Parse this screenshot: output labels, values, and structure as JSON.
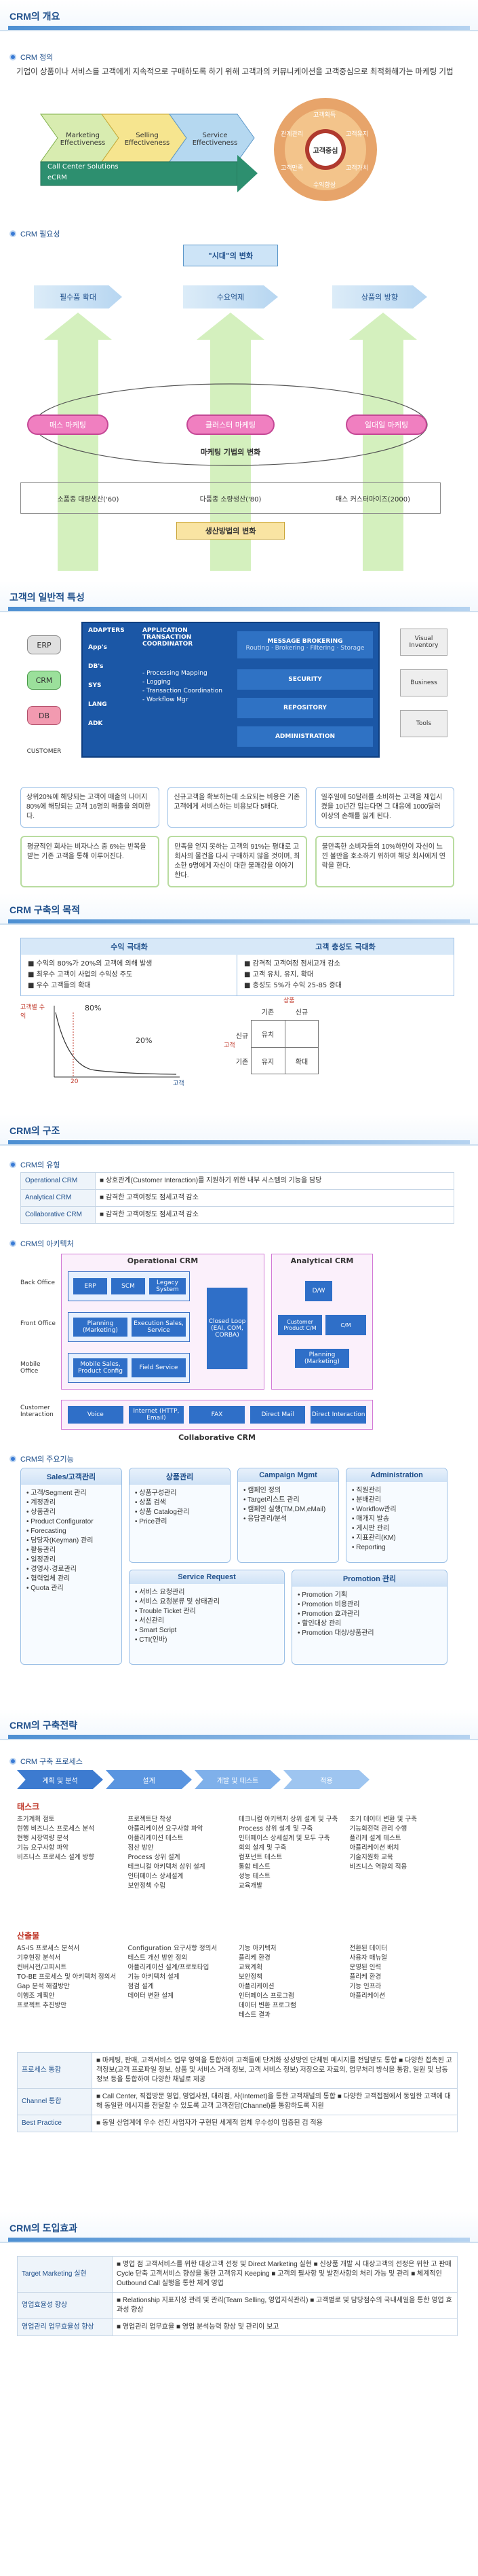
{
  "sections": {
    "overview": "CRM의 개요",
    "features": "고객의 일반적 특성",
    "purpose": "CRM 구축의 목적",
    "structure": "CRM의 구조",
    "strategy": "CRM의 구축전략",
    "effects": "CRM의 도입효과"
  },
  "overview": {
    "def_title": "CRM 정의",
    "def_text": "기업이 상품이나 서비스를 고객에게 지속적으로 구매하도록 하기 위해 고객과의 커뮤니케이션을 고객중심으로 최적화해가는 마케팅 기법",
    "chevrons": [
      "Marketing Effectiveness",
      "Selling Effectiveness",
      "Service Effectiveness"
    ],
    "chevron_bottom": [
      "Call Center Solutions",
      "eCRM"
    ],
    "circle_center": "고객중심",
    "circle_items": [
      "고객획득",
      "고객유지",
      "고객가치",
      "수익향상",
      "고객만족",
      "관계관리"
    ],
    "need_title": "CRM 필요성",
    "era_label": "\"시대\"의 변화",
    "tops": [
      "필수품 확대",
      "수요억제",
      "상품의 방향"
    ],
    "ovals": [
      "매스 마케팅",
      "클러스터 마케팅",
      "일대일 마케팅"
    ],
    "flow_label": "마케팅 기법의 변화",
    "bottoms": [
      "소품종 대량생산('60)",
      "다품종 소량생산('80)",
      "매스 커스터마이즈(2000)"
    ],
    "prod_label": "생산방법의 변화"
  },
  "features": {
    "left_nodes": [
      "ERP",
      "CRM",
      "DB",
      "CUSTOMER"
    ],
    "adapters_title": "ADAPTERS",
    "adapters": [
      "App's",
      "DB's",
      "SYS",
      "LANG",
      "ADK"
    ],
    "coord_title": "APPLICATION TRANSACTION COORDINATOR",
    "coord_items": [
      "- Processing Mapping",
      "- Logging",
      "- Transaction Coordination",
      "- Workflow Mgr"
    ],
    "broker_title": "MESSAGE BROKERING",
    "broker_sub": "Routing · Brokering · Filtering · Storage",
    "security": "SECURITY",
    "repository": "REPOSITORY",
    "admin": "ADMINISTRATION",
    "right_nodes": [
      "Visual Inventory",
      "Business",
      "Tools"
    ],
    "cards": [
      "상위20%에 해당되는 고객이 매출의 나머지 80%에 해당되는 고객 16명의 매출을 의미한다.",
      "신규고객을 확보하는데 소요되는 비용은 기존 고객에게 서비스하는 비용보다 5배다.",
      "일주일에 50달러를 소비하는 고객을 재입시켰을 10년간 입는다면 그 대응에 1000달러 이상의 손해를 잃게 된다.",
      "평균적인 회사는 비자나스 중 6%는 반복을 받는 기존 고객을 통해 이루어진다.",
      "만족을 얻지 못하는 고객의 91%는 평대로 고 회사의 물건을 다시 구매하지 않을 것이며, 최소한 9명에게 자신이 대한 불쾌감을 이야기 한다.",
      "불만족한 소비자들의 10%하만이 자신이 느낀 불만을 호소하기 위하여 해당 회사에게 연락을 한다."
    ]
  },
  "purpose": {
    "headers": [
      "수익 극대화",
      "고객 충성도 극대화"
    ],
    "left_items": [
      "수익의 80%가 20%의 고객에 의해 발생",
      "최우수 고객이 사업의 수익성 주도",
      "우수 고객들의 확대"
    ],
    "right_items": [
      "감격적 고객여정 점세고개 감소",
      "고객 유치, 유지, 확대",
      "충성도 5%가 수익 25-85 증대"
    ],
    "graph_ylabel": "고객별 수익",
    "graph_p1": "80%",
    "graph_p2": "20%",
    "graph_x1": "20",
    "graph_x2": "고객",
    "matrix_top": "상품",
    "matrix_cols": [
      "기존",
      "신규"
    ],
    "matrix_side": "고객",
    "matrix_rows": [
      "신규",
      "기존"
    ],
    "matrix_cells": [
      "유치",
      "",
      "유지",
      "확대"
    ]
  },
  "structure": {
    "type_title": "CRM의 유형",
    "types": [
      {
        "name": "Operational CRM",
        "desc": "■ 상호관계(Customer Interaction)를 지원하기 위한 내부 시스템의 기능을 담당"
      },
      {
        "name": "Analytical CRM",
        "desc": "■ 감격한 고객여정도 점세고객 감소"
      },
      {
        "name": "Collaborative CRM",
        "desc": "■ 감격한 고객여정도 점세고객 감소"
      }
    ],
    "arch_title": "CRM의 아키텍처",
    "op_title": "Operational CRM",
    "an_title": "Analytical CRM",
    "rows": [
      "Back Office",
      "Front Office",
      "Mobile Office"
    ],
    "back_boxes": [
      "ERP",
      "SCM",
      "Legacy System"
    ],
    "front_boxes": [
      "Planning (Marketing)",
      "Execution Sales, Service"
    ],
    "mobile_boxes": [
      "Mobile Sales, Product Config",
      "Field Service"
    ],
    "closed_loop": "Closed Loop (EAI, COM, CORBA)",
    "dw": "D/W",
    "an_boxes": [
      "Customer Product C/M",
      "C/M"
    ],
    "an_planning": "Planning (Marketing)",
    "ci_label": "Customer Interaction",
    "ci_boxes": [
      "Voice",
      "Internet (HTTP, Email)",
      "FAX",
      "Direct Mail",
      "Direct Interaction"
    ],
    "collab_title": "Collaborative CRM",
    "modules_title": "CRM의 주요기능",
    "modules": [
      {
        "title": "Sales/고객관리",
        "items": [
          "고객/Segment 관리",
          "계정관리",
          "상품관리",
          "Product Configurator",
          "Forecasting",
          "담당자(Keyman) 관리",
          "활동관리",
          "일정관리",
          "경영사·경로관리",
          "협력업체 관리",
          "Quota 관리"
        ]
      },
      {
        "title": "상품관리",
        "items": [
          "상품구성관리",
          "상품 검색",
          "상품 Catalog관리",
          "Price관리"
        ]
      },
      {
        "title": "Campaign Mgmt",
        "items": [
          "캠페인 정의",
          "Target리스트 관리",
          "캠페인 실행(TM,DM,eMail)",
          "응답관리/분석"
        ]
      },
      {
        "title": "Administration",
        "items": [
          "직원관리",
          "분배관리",
          "Workflow관리",
          "매개지 발송",
          "게시판 관리",
          "지표관리(KM)",
          "Reporting"
        ]
      },
      {
        "title": "Service Request",
        "items": [
          "서비스 요청관리",
          "서비스 요청분류 및 상태관리",
          "Trouble Ticket 관리",
          "서신관리",
          "Smart Script",
          "CTI(인바)"
        ]
      },
      {
        "title": "Promotion 관리",
        "items": [
          "Promotion 기획",
          "Promotion 비용관리",
          "Promotion 효과관리",
          "할인대상 관리",
          "Promotion 대상/상품관리"
        ]
      }
    ]
  },
  "strategy": {
    "process_title": "CRM 구축 프로세스",
    "steps": [
      "계획 및 분석",
      "설계",
      "개발 및 테스트",
      "적용"
    ],
    "phase1": "태스크",
    "phase1_cols": [
      [
        "초기계획 점토",
        "현행 비즈니스 프로세스 분석",
        "현행 시장역량 분석",
        "기능 요구사항 파악",
        "비즈니스 프로세스 설계 방향"
      ],
      [
        "프로젝트단 착성",
        "아플리케이션 요구사항 파악",
        "아플리케이션 테스트",
        "점산 방안",
        "Process 상위 설계",
        "테크니컬 아키텍처 상위 설계",
        "인터페이스 상세설계",
        "보안정책 수립"
      ],
      [
        "테크니컬 아키텍처 상위 설계 및 구축",
        "Process 상위 설계 및 구축",
        "인터페이스 상세설계 및 모두 구축",
        "회의 설계 및 구축",
        "컴포넌트 테스트",
        "통합 테스트",
        "성능 테스트",
        "교육개발"
      ],
      [
        "초기 데이터 변환 및 구축",
        "기능회전력 관리 수행",
        "플리케 설계 테스트",
        "아플리케이션 배치",
        "기술지원화 교육",
        "비즈니스 역량의 적용"
      ]
    ],
    "phase2": "산출물",
    "phase2_cols": [
      [
        "AS-IS 프로세스 분석서",
        "기후현장 분석서",
        "컨버시전/고피시트",
        "TO-BE 프로세스 및 아키텍처 정의서",
        "Gap 분석 해결방안",
        "이행조 계획안",
        "프로젝트 추진방안"
      ],
      [
        "Configuration 요구사항 정의서",
        "테스트 개선 방안 정의",
        "아플리케이션 설계/프로토타입",
        "기능 아키텍처 설계",
        "점검 설계",
        "데이터 변환 설계"
      ],
      [
        "기능 아키텍처",
        "플리케 환경",
        "교육계획",
        "보안정책",
        "아플리케이션",
        "인터페이스 프로그램",
        "데이터 변환 프로그램",
        "테스트 결과"
      ],
      [
        "전환된 데이터",
        "사용자 매뉴얼",
        "운영된 인력",
        "플리케 환경",
        "기능 인프라",
        "아플리케이션"
      ]
    ],
    "rows": [
      {
        "name": "프로세스 통합",
        "desc": "■ 마케팅, 판매, 고객서비스 업무 영역을 통합하여 고객들에 단계화 성성망인 단체된 메시지를 전달받도 통합 ■ 다양한 접촉된 고객정보(고객 프로파일 정보, 상품 및 서비스 거래 정보, 고객 서비스 정보) 저장으로 자료의, 업무처리 방식을 통합, 일원 및 남동정보 등을 통합하여 다양한 채널로 제공"
      },
      {
        "name": "Channel 통합",
        "desc": "■ Call Center, 직접방문 영업, 영업사원, 대리점, 사(Internet)을 통한 고객채널의 통합 ■ 다양한 고객접점에서 동일한 고객에 대해 동일한 메시지를 전달할 수 있도록 고객 고객전담(Channel)를 통합하도록 지원"
      },
      {
        "name": "Best Practice",
        "desc": "■ 동일 산업계에 우수 선진 사업자가 구현된 세계적 업체 우수성이 입증된 검 적용"
      }
    ]
  },
  "effects": {
    "rows": [
      {
        "name": "Target Marketing 실현",
        "desc": "■ 명업 점 고객서비스를 위한 대상고객 선정 및 Direct Marketing 실현 ■ 신상품 개발 시 대상고객의 선정은 위한 고 판매 Cycle 단축 고객서비스 향상을 통한 고객유지 Keeping ■ 고객의 필사항 및 발전사항의 처리 가능 및 관리 ■ 체계적인 Outbound Call 실행을 통한 체계 영업"
      },
      {
        "name": "영업효율성 향상",
        "desc": "■ Relationship 지표지성 관리 및 관리(Team Selling, 영업지식관리) ■ 고객별로 및 담당점수의 국내세일을 통한 영업 효과성 향상"
      },
      {
        "name": "영업관리 업무효율성 향상",
        "desc": "■ 영업관리 업무효율 ■ 영업 분석능력 향상 및 관리이 보고"
      }
    ]
  }
}
